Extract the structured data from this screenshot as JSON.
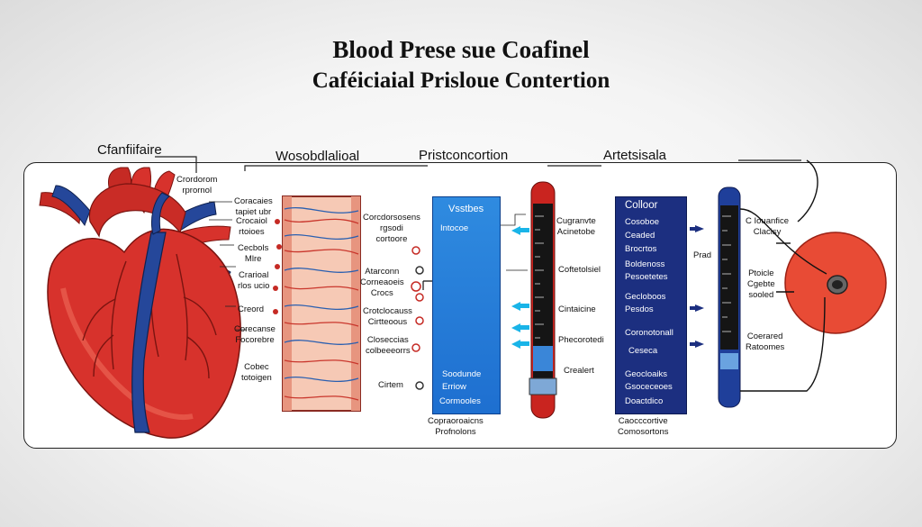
{
  "title": {
    "line1": "Blood Prese sue Coafinel",
    "line2": "Caféiciaial Prisloue Contertion"
  },
  "sections": {
    "heart": "Cfanfiifaire",
    "vessel": "Wosobdlalioal",
    "blue_column": "Pristconcortion",
    "navy_column": "Artetsisala"
  },
  "heart_labels": {
    "top": "Crordorom\nrprornol",
    "l1": "Coracaies\ntapiet ubr",
    "l2": "Crocaiol\nrtoioes",
    "l3": "Cecbols\nMlre",
    "l4": "Crarioal\nrlos ucio",
    "l5": "Creord",
    "l6": "Corecanse\nFocorebre",
    "l7": "Cobec\ntotoigen"
  },
  "vessel_labels": {
    "l1": "Corcdorsosens\nrgsodi\ncortoore",
    "l2": "Atarconn\nCorneaoeis\nCrocs",
    "l3": "Crotclocauss\nCirtteoous",
    "l4": "Closeccias\ncolbeeeorrs",
    "l5": "Cirtem",
    "bottom": "Copraoroaicns\nProfnolons"
  },
  "blue_column": {
    "top1": "Vsstbes",
    "top2": "Intocoe",
    "bottom1": "Soodunde",
    "bottom2": "Erriow",
    "bottom3": "Cormooles"
  },
  "tube1_labels": {
    "l1": "Cugranvte\nAcinetobe",
    "l2": "Coftetolsiel",
    "l3": "Cintaicine",
    "l4": "Phecorotedi",
    "l5": "Crealert"
  },
  "navy_column": {
    "head": "Colloor",
    "items": [
      "Cosoboe",
      "Ceaded",
      "Brocrtos",
      "Boldenoss",
      "Pesoetetes",
      "Gecloboos",
      "Pesdos",
      "Coronotonall",
      "Ceseca",
      "Geocloaiks",
      "Gsoceceoes",
      "Doactdico"
    ],
    "bottom": "Caocccortive\nComosortons"
  },
  "tube2_labels": {
    "l1": "Prad",
    "r1": "C Iouanfice\nClacisy",
    "r2": "Ptoicle\nCgebte\nsooled",
    "r3": "Coerared\nRatoomes"
  },
  "colors": {
    "heart_red": "#d7322c",
    "vein_blue": "#25479a",
    "column_blue": "#2f8be0",
    "column_navy": "#1c2f80",
    "tissue_pink": "#f6c9b5",
    "dish_red": "#e84b35",
    "arrow_cyan": "#19b4e8"
  }
}
